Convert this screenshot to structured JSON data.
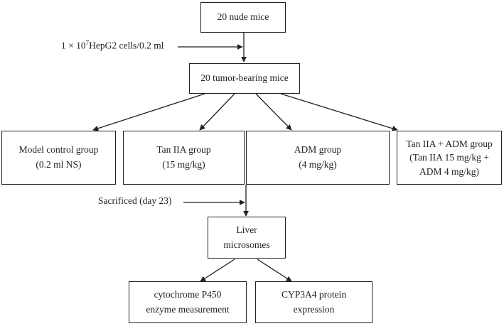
{
  "nodes": {
    "start": {
      "line1": "20 nude mice"
    },
    "tumor": {
      "line1": "20 tumor-bearing mice"
    },
    "model": {
      "line1": "Model control group",
      "line2": "(0.2 ml NS)"
    },
    "tan": {
      "line1": "Tan IIA group",
      "line2": "(15 mg/kg)"
    },
    "adm": {
      "line1": "ADM group",
      "line2": "(4 mg/kg)"
    },
    "combo": {
      "line1": "Tan IIA + ADM group",
      "line2": "(Tan IIA 15 mg/kg +",
      "line3": "ADM 4 mg/kg)"
    },
    "liver": {
      "line1": "Liver",
      "line2": "microsomes"
    },
    "p450": {
      "line1": "cytochrome P450",
      "line2": "enzyme measurement"
    },
    "cyp": {
      "line1": "CYP3A4 protein",
      "line2": "expression"
    }
  },
  "side_labels": {
    "injection": {
      "prefix": "1 × 10",
      "exponent": "7",
      "suffix": "HepG2 cells/0.2 ml"
    },
    "sacrifice": {
      "text": "Sacrificed (day 23)"
    }
  },
  "colors": {
    "stroke": "#231f20",
    "background": "#ffffff"
  }
}
